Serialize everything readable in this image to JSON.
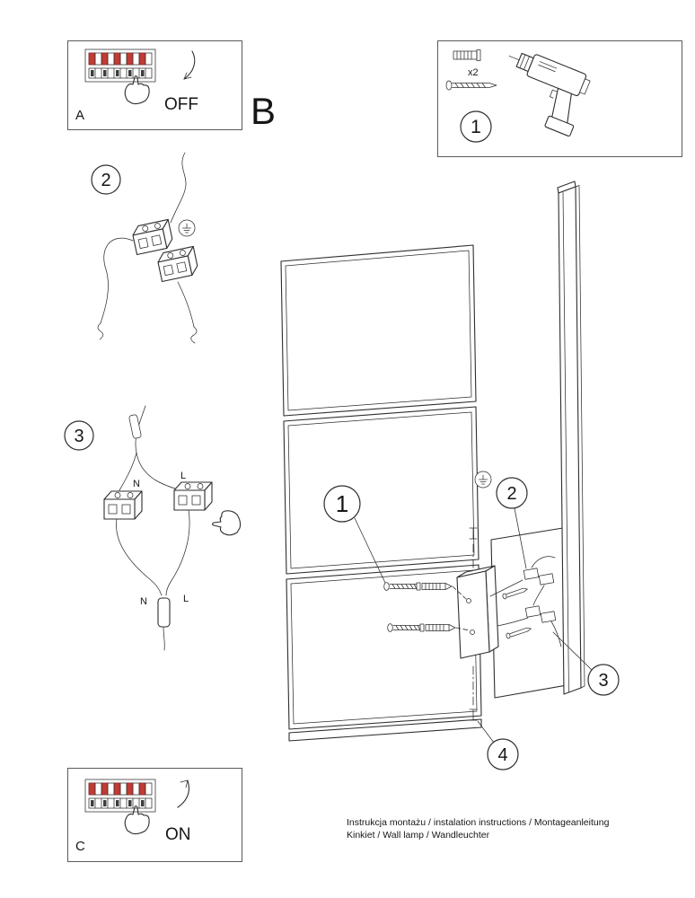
{
  "panel_a": {
    "label": "A",
    "switch_state": "OFF"
  },
  "section_b_label": "B",
  "panel_c": {
    "label": "C",
    "switch_state": "ON"
  },
  "parts_box": {
    "callout": "1",
    "dowel_quantity": "x2"
  },
  "wiring_figure_top": {
    "callout": "2"
  },
  "wiring_figure_bottom": {
    "callout": "3",
    "labels": {
      "n_top": "N",
      "l_top": "L",
      "n_bottom": "N",
      "l_bottom": "L"
    }
  },
  "assembly": {
    "callout_1": "1",
    "callout_2": "2",
    "callout_3": "3",
    "callout_4": "4"
  },
  "footer": {
    "line1": "Instrukcja montażu / instalation instructions / Montageanleitung",
    "line2": "Kinkiet / Wall lamp / Wandleuchter"
  },
  "colors": {
    "line": "#2e2e2e",
    "breaker_red": "#c23b34"
  }
}
